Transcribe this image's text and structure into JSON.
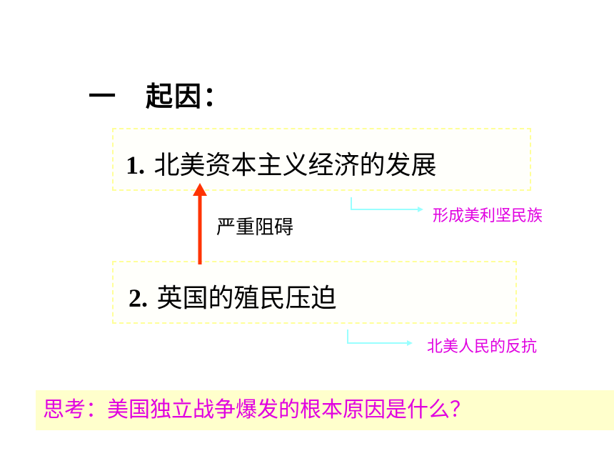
{
  "heading": {
    "number": "一",
    "title": "起因："
  },
  "items": [
    {
      "number": "1.",
      "text": "北美资本主义经济的发展"
    },
    {
      "number": "2.",
      "text": "英国的殖民压迫"
    }
  ],
  "relation_label": "严重阻碍",
  "results": [
    "形成美利坚民族",
    "北美人民的反抗"
  ],
  "question": "思考：美国独立战争爆发的根本原因是什么？",
  "colors": {
    "accent_text": "#e000e0",
    "arrow": "#ff3300",
    "connector": "#99ffff",
    "box_border": "#ffff99",
    "question_bg": "#ffffcc"
  }
}
